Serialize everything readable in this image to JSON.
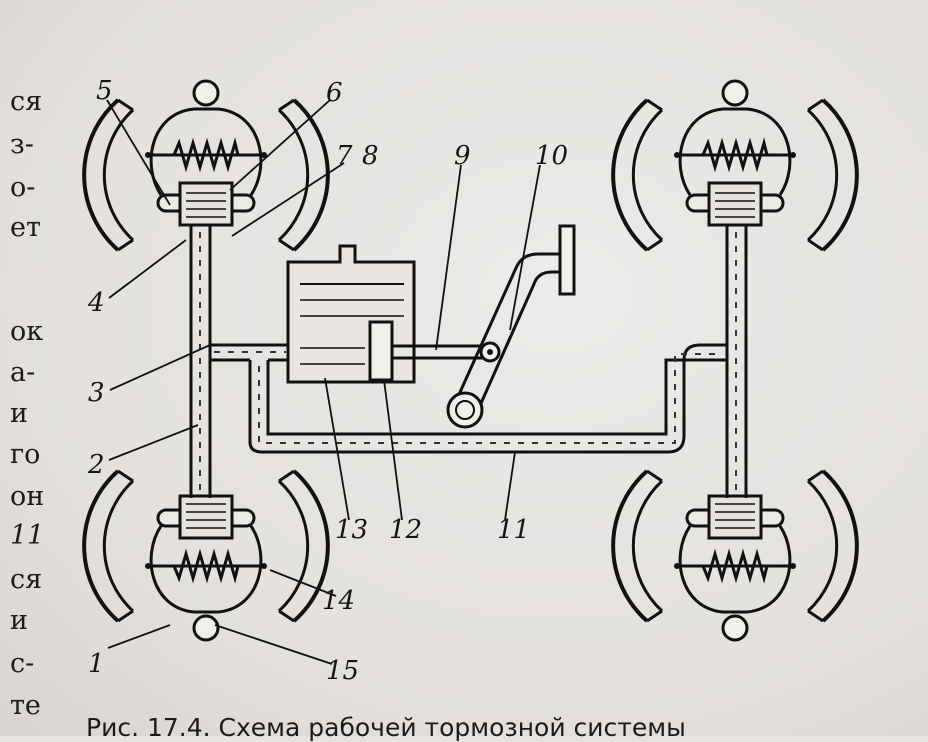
{
  "margin_text": [
    "ся",
    "з-",
    "о-",
    "ет",
    "ок",
    "а-",
    "и",
    "го",
    "он",
    "11",
    "ся",
    "и",
    "с-",
    "те"
  ],
  "callouts": [
    "1",
    "2",
    "3",
    "4",
    "5",
    "6",
    "7",
    "8",
    "9",
    "10",
    "11",
    "12",
    "13",
    "14",
    "15"
  ],
  "caption": "Рис. 17.4. Схема рабочей тормозной системы"
}
